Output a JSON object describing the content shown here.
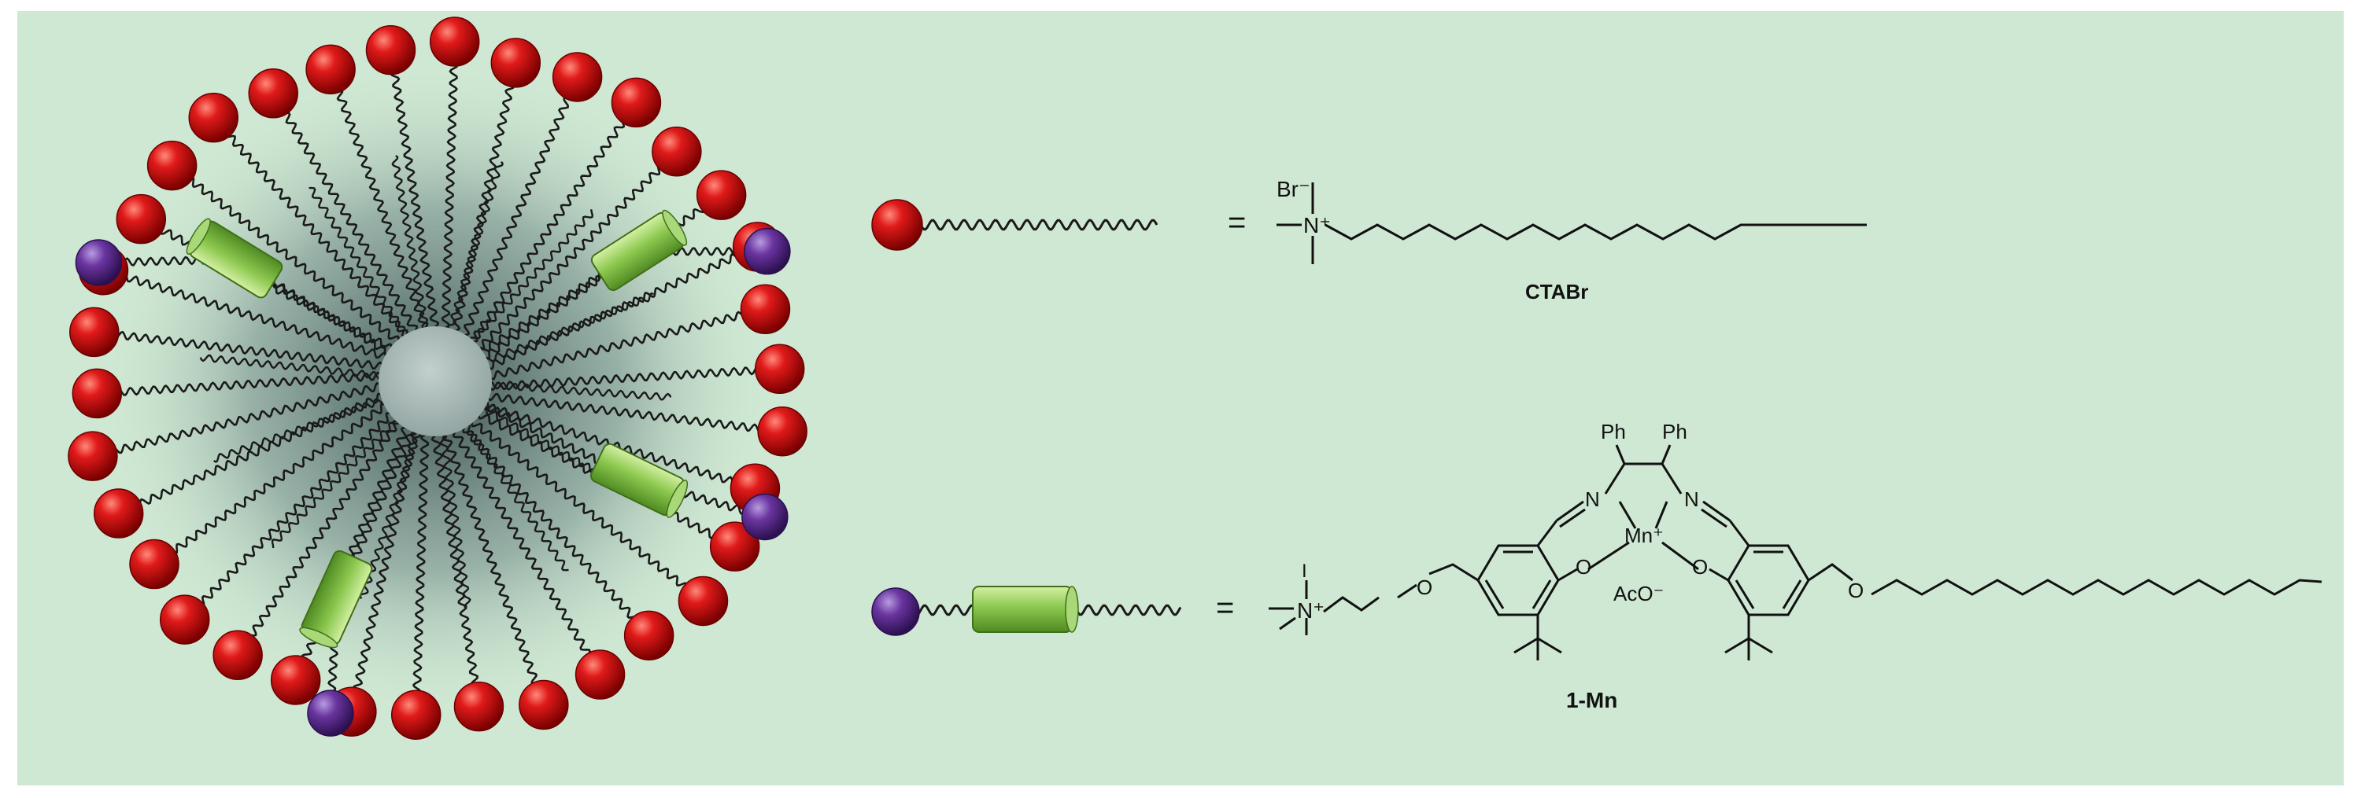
{
  "colors": {
    "panel_background": "#cfe8d3",
    "headgroup_red": "#d81818",
    "headgroup_purple": "#5a2a8c",
    "catalyst_cylinder": "#8cc84f",
    "core": "#aebdba",
    "chain": "#1a1a1a"
  },
  "micelle": {
    "red_headgroup_count": 34,
    "purple_headgroup_count": 4,
    "catalyst_unit_count": 4
  },
  "legend": {
    "row1": {
      "equals": "=",
      "compound_label": "CTABr"
    },
    "row2": {
      "equals": "=",
      "compound_label": "1-Mn"
    }
  },
  "ctabr_structure": {
    "counterion": "Br⁻",
    "nitrogen": "N⁺"
  },
  "mn_structure": {
    "phenyl_left": "Ph",
    "phenyl_right": "Ph",
    "imine_n_left": "N",
    "imine_n_right": "N",
    "metal": "Mn⁺",
    "phenoxide_o_left": "O",
    "phenoxide_o_right": "O",
    "counterion": "AcO⁻",
    "ammonium_n": "N⁺",
    "ether_o_left": "O",
    "ether_o_right": "O",
    "methyl_mark": "I"
  }
}
